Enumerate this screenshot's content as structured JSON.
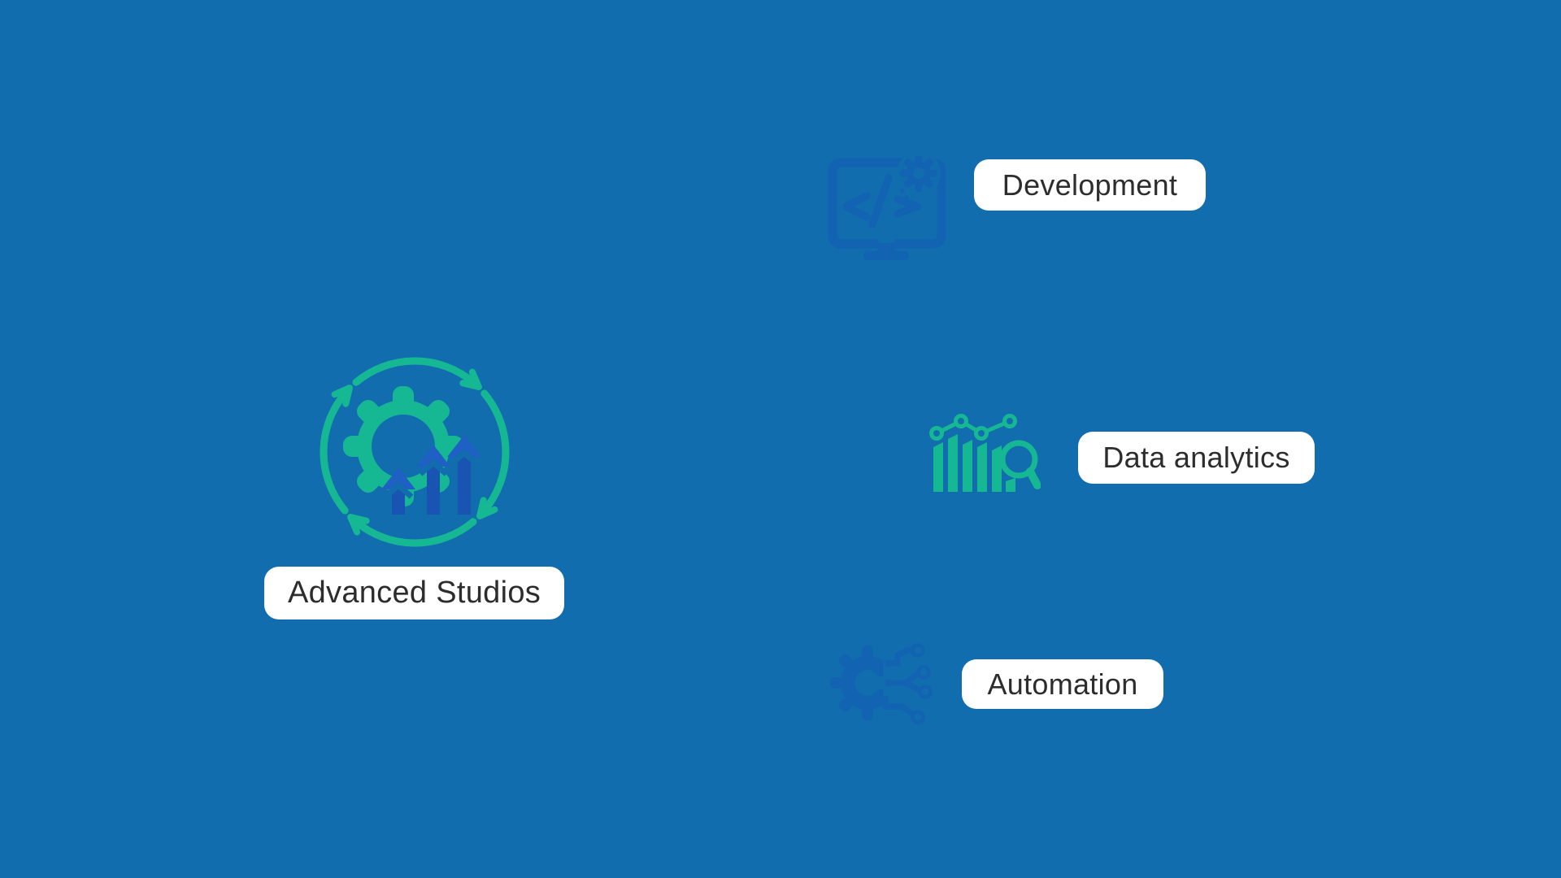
{
  "colors": {
    "background": "#116DAD",
    "accent_green": "#16B894",
    "watermark_icon_blue": "#1263B2",
    "arrow_blue_head": "#1F60C4",
    "arrow_blue_shaft": "#1954B2",
    "label_background": "#FFFFFF",
    "label_text": "#2D2D2D"
  },
  "center": {
    "label": "Advanced Studios",
    "icon": "gear-growth-cycle-icon"
  },
  "items": [
    {
      "id": "development",
      "label": "Development",
      "icon": "monitor-code-gear-icon"
    },
    {
      "id": "data-analytics",
      "label": "Data analytics",
      "icon": "bar-chart-magnifier-icon"
    },
    {
      "id": "automation",
      "label": "Automation",
      "icon": "gear-circuit-icon"
    }
  ]
}
